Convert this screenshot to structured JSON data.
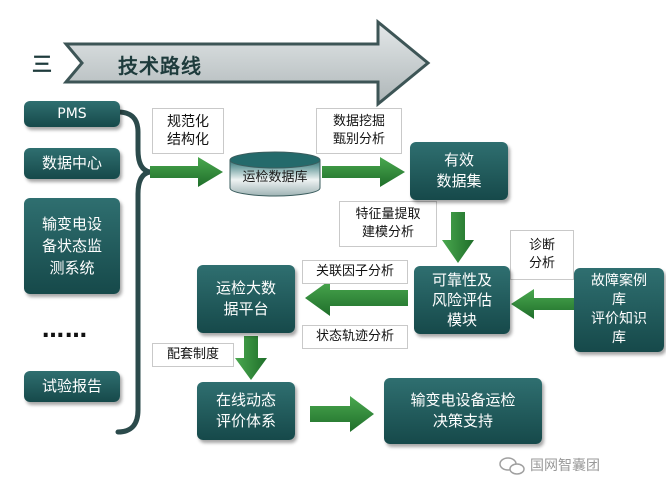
{
  "title": {
    "number": "三",
    "text": "技术路线"
  },
  "sources": [
    "PMS",
    "数据中心",
    "输变电设\n备状态监\n测系统",
    "试验报告"
  ],
  "ellipsis": "……",
  "labels": {
    "normalize": "规范化\n结构化",
    "mining": "数据挖掘\n甄别分析",
    "feature": "特征量提取\n建模分析",
    "diagnosis": "诊断\n分析",
    "correlation": "关联因子分析",
    "trajectory": "状态轨迹分析",
    "policy": "配套制度"
  },
  "nodes": {
    "database": "运检数据库",
    "dataset": "有效\n数据集",
    "reliability": "可靠性及\n风险评估\n模块",
    "case_library": "故障案例\n库\n评价知识\n库",
    "bigdata": "运检大数\n据平台",
    "online": "在线动态\n评价体系",
    "decision": "输变电设备运检\n决策支持"
  },
  "watermark": "国网智囊团",
  "colors": {
    "box": "#1f5a5b",
    "arrow": "#2e8b3a",
    "banner": "#c9cfd1"
  }
}
